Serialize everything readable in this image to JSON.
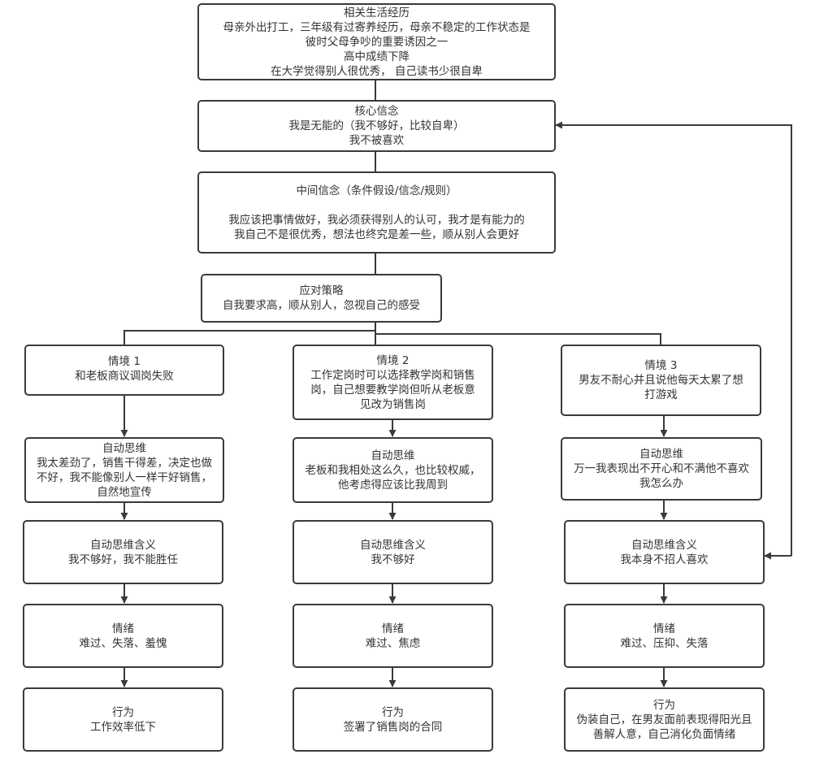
{
  "diagram": {
    "life_history": {
      "title": "相关生活经历",
      "lines": [
        "母亲外出打工，三年级有过寄养经历，母亲不稳定的工作状态是",
        "彼时父母争吵的重要诱因之一",
        "高中成绩下降",
        "在大学觉得别人很优秀， 自己读书少很自卑"
      ]
    },
    "core_belief": {
      "title": "核心信念",
      "lines": [
        "我是无能的（我不够好，比较自卑）",
        "我不被喜欢"
      ]
    },
    "intermediate_belief": {
      "title": "中间信念（条件假设/信念/规则）",
      "lines": [
        "我应该把事情做好，我必须获得别人的认可，我才是有能力的",
        "我自己不是很优秀，想法也终究是差一些，顺从别人会更好"
      ]
    },
    "coping_strategy": {
      "title": "应对策略",
      "lines": [
        "自我要求高，顺从别人，忽视自己的感受"
      ]
    },
    "columns": [
      {
        "situation": {
          "title": "情境 1",
          "lines": [
            "和老板商议调岗失败"
          ]
        },
        "automatic_thought": {
          "title": "自动思维",
          "lines": [
            "我太差劲了，销售干得差，决定也做",
            "不好，我不能像别人一样干好销售，",
            "自然地宣传"
          ]
        },
        "meaning": {
          "title": "自动思维含义",
          "lines": [
            "我不够好，我不能胜任"
          ]
        },
        "emotion": {
          "title": "情绪",
          "lines": [
            "难过、失落、羞愧"
          ]
        },
        "behavior": {
          "title": "行为",
          "lines": [
            "工作效率低下"
          ]
        }
      },
      {
        "situation": {
          "title": "情境 2",
          "lines": [
            "工作定岗时可以选择教学岗和销售",
            "岗，自己想要教学岗但听从老板意",
            "见改为销售岗"
          ]
        },
        "automatic_thought": {
          "title": "自动思维",
          "lines": [
            "老板和我相处这么久，也比较权威，",
            "他考虑得应该比我周到"
          ]
        },
        "meaning": {
          "title": "自动思维含义",
          "lines": [
            "我不够好"
          ]
        },
        "emotion": {
          "title": "情绪",
          "lines": [
            "难过、焦虑"
          ]
        },
        "behavior": {
          "title": "行为",
          "lines": [
            "签署了销售岗的合同"
          ]
        }
      },
      {
        "situation": {
          "title": "情境 3",
          "lines": [
            "男友不耐心并且说他每天太累了想",
            "打游戏"
          ]
        },
        "automatic_thought": {
          "title": "自动思维",
          "lines": [
            "万一我表现出不开心和不满他不喜欢",
            "我怎么办"
          ]
        },
        "meaning": {
          "title": "自动思维含义",
          "lines": [
            "我本身不招人喜欢"
          ]
        },
        "emotion": {
          "title": "情绪",
          "lines": [
            "难过、压抑、失落"
          ]
        },
        "behavior": {
          "title": "行为",
          "lines": [
            "伪装自己，在男友面前表现得阳光且",
            "善解人意，自己消化负面情绪"
          ]
        }
      }
    ],
    "colors": {
      "stroke": "#3a3a3a",
      "text": "#333333",
      "background": "#ffffff"
    }
  }
}
